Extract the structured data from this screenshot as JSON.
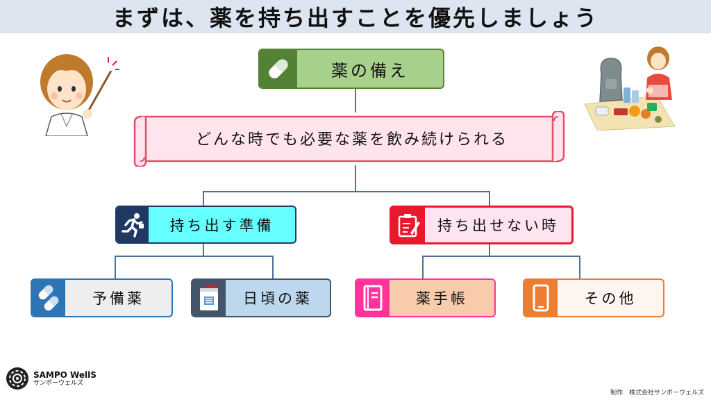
{
  "title": "まずは、薬を持ち出すことを優先しましょう",
  "root": {
    "label": "薬の備え",
    "icon": "capsule-icon"
  },
  "scroll_text": "どんな時でも必要な薬を飲み続けられる",
  "branches": [
    {
      "label": "持ち出す準備",
      "icon": "running-person-icon",
      "children": [
        {
          "label": "予備薬",
          "icon": "capsules-icon"
        },
        {
          "label": "日頃の薬",
          "icon": "medicine-bag-icon"
        }
      ]
    },
    {
      "label": "持ち出せない時",
      "icon": "clipboard-pen-icon",
      "children": [
        {
          "label": "薬手帳",
          "icon": "notebook-icon"
        },
        {
          "label": "その他",
          "icon": "smartphone-icon"
        }
      ]
    }
  ],
  "logo": {
    "name": "SAMPO WellS",
    "sub": "サンポーウェルズ"
  },
  "credit": {
    "label": "制作",
    "company": "株式会社サンポーウェルズ"
  },
  "colors": {
    "title_bg": "#dde5f1",
    "root_fill": "#a8d08d",
    "root_border": "#538135",
    "scroll_fill": "#ffe4ee",
    "scroll_border": "#e0506a",
    "prepare_fill": "#66ffff",
    "prepare_dark": "#203864",
    "cannot_fill": "#fde5ef",
    "cannot_dark": "#e8192c",
    "spare_fill": "#eeeeee",
    "spare_dark": "#2e75b6",
    "daily_fill": "#bdd7ee",
    "daily_dark": "#44546a",
    "notebook_fill": "#f8cbad",
    "notebook_dark": "#ff3399",
    "other_fill": "#fff5f0",
    "other_dark": "#ed7d31",
    "line": "#4f6f93"
  }
}
